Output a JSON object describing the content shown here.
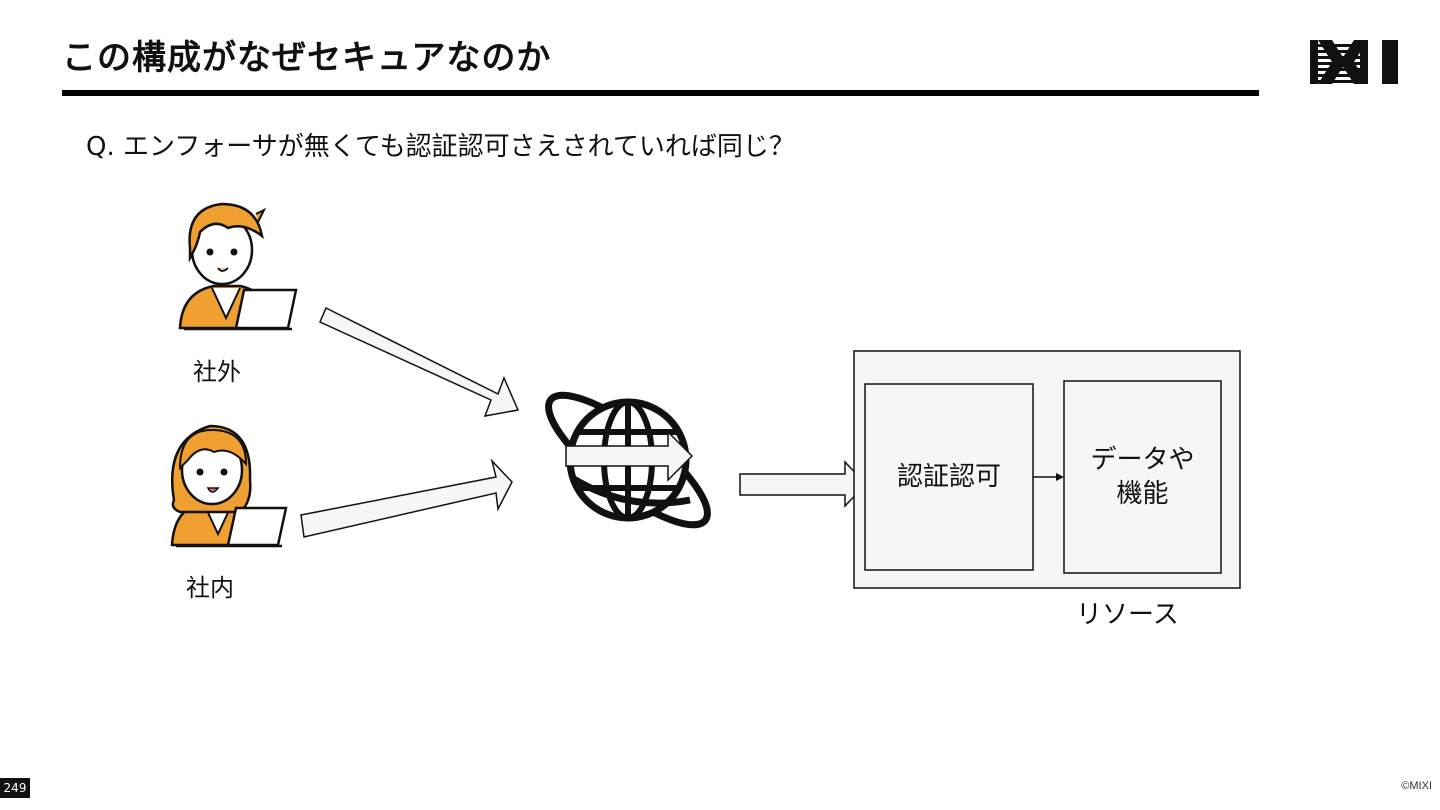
{
  "slide": {
    "title": "この構成がなぜセキュアなのか",
    "question": "Q. エンフォーサが無くても認証認可さえされていれば同じ？",
    "page_number": "249",
    "copyright": "©MIXI"
  },
  "diagram": {
    "external_label": "社外",
    "internal_label": "社内",
    "auth_box_label": "認証認可",
    "data_box_line1": "データや",
    "data_box_line2": "機能",
    "resource_label": "リソース"
  },
  "colors": {
    "accent_orange": "#F0A030",
    "rule": "#000000",
    "box_fill": "#F6F6F6"
  }
}
